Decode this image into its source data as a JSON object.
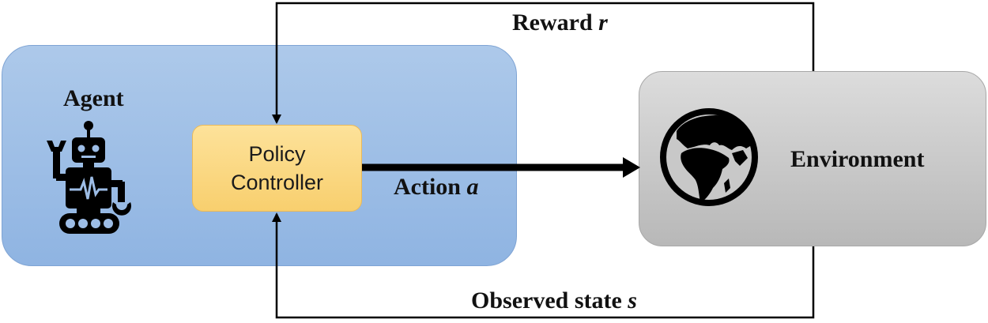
{
  "diagram": {
    "agent": {
      "title": "Agent",
      "icon": "robot-icon"
    },
    "policy": {
      "line1": "Policy",
      "line2": "Controller"
    },
    "environment": {
      "title": "Environment",
      "icon": "globe-icon"
    },
    "edges": {
      "reward": {
        "text": "Reward ",
        "symbol": "r"
      },
      "action": {
        "text": "Action ",
        "symbol": "a"
      },
      "observed": {
        "text": "Observed state ",
        "symbol": "s"
      }
    },
    "colors": {
      "agent_fill": "#a3c1e8",
      "environment_fill": "#c9c9c9",
      "policy_fill": "#fbd98a",
      "arrows": "#000000"
    }
  }
}
